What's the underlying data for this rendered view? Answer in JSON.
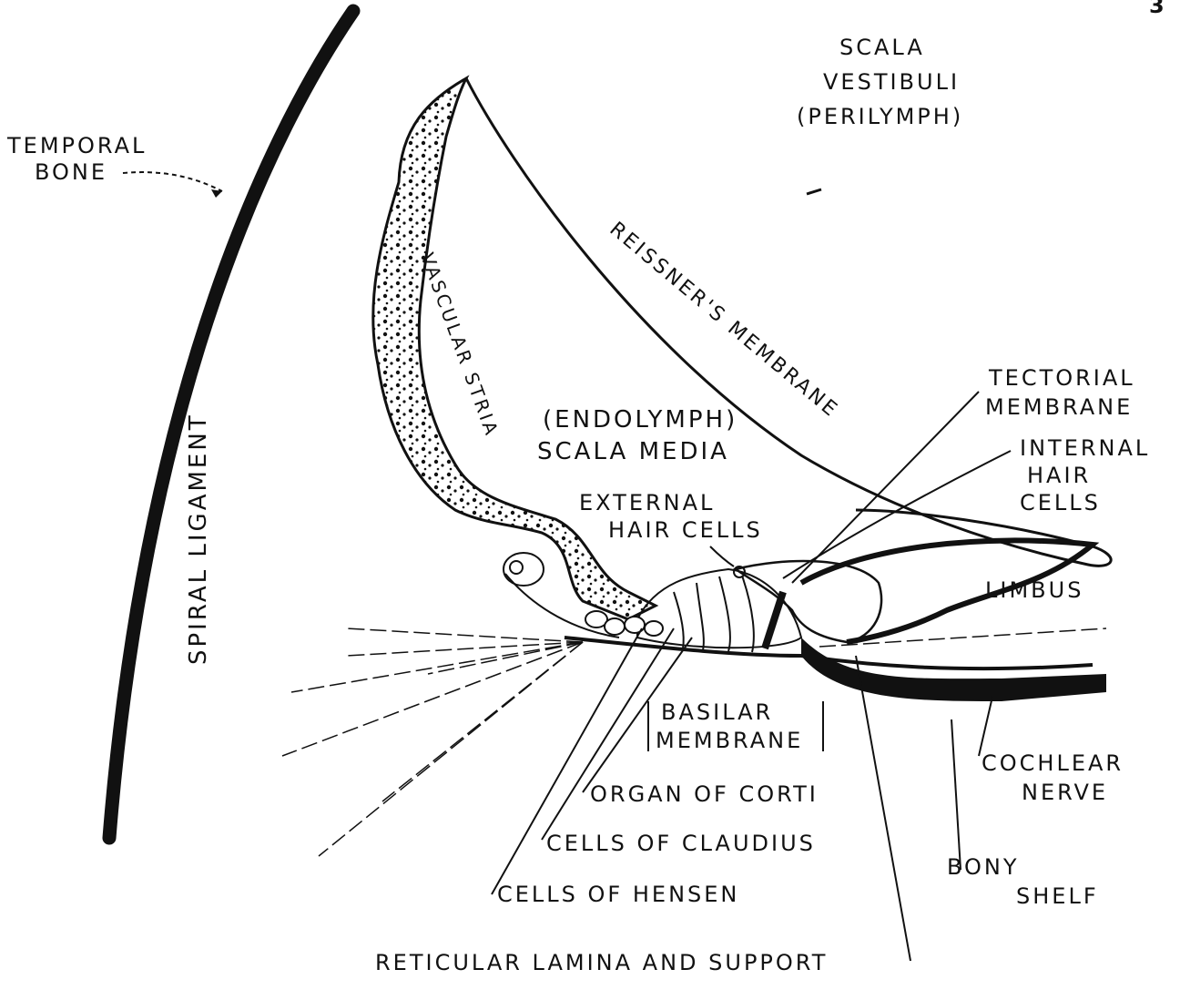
{
  "page_mark": "3",
  "labels": {
    "scala_vestibuli": "SCALA",
    "scala_vestibuli_2": "VESTIBULI",
    "scala_vestibuli_3": "(PERILYMPH)",
    "temporal_bone_1": "TEMPORAL",
    "temporal_bone_2": "BONE",
    "reissners_membrane": "REISSNER'S MEMBRANE",
    "vascular_stria": "VASCULAR STRIA",
    "spiral_ligament": "SPIRAL LIGAMENT",
    "endolymph": "(ENDOLYMPH)",
    "scala_media": "SCALA MEDIA",
    "tectorial_1": "TECTORIAL",
    "tectorial_2": "MEMBRANE",
    "internal_hair_1": "INTERNAL",
    "internal_hair_2": "HAIR",
    "internal_hair_3": "CELLS",
    "external_hair_1": "EXTERNAL",
    "external_hair_2": "HAIR CELLS",
    "limbus": "LIMBUS",
    "basilar_1": "BASILAR",
    "basilar_2": "MEMBRANE",
    "cochlear_1": "COCHLEAR",
    "cochlear_2": "NERVE",
    "organ_of_corti": "ORGAN OF CORTI",
    "cells_of_claudius": "CELLS OF CLAUDIUS",
    "bony_shelf_1": "BONY",
    "bony_shelf_2": "SHELF",
    "cells_of_hensen": "CELLS OF HENSEN",
    "reticular_lamina": "RETICULAR LAMINA AND SUPPORT"
  }
}
